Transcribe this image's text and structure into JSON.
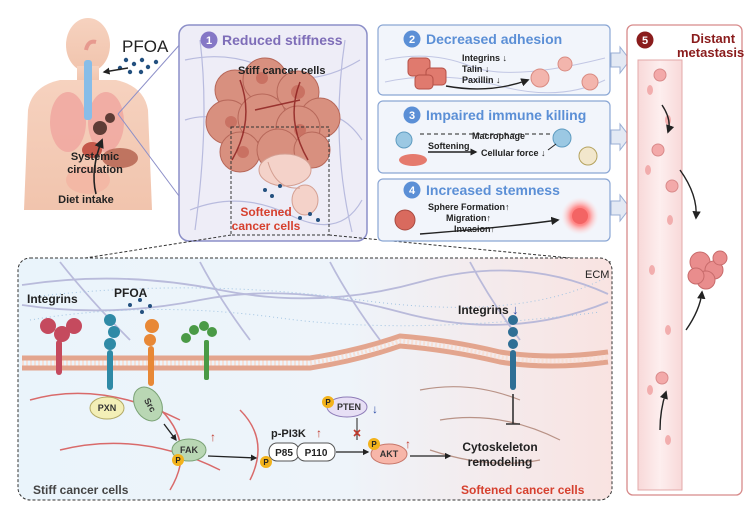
{
  "body_panel": {
    "pfoa_label": "PFOA",
    "systemic_label_1": "Systemic",
    "systemic_label_2": "circulation",
    "diet_label": "Diet intake"
  },
  "panel1": {
    "number": "1",
    "title": "Reduced stiffness",
    "stiff_label": "Stiff cancer cells",
    "softened_label_1": "Softened",
    "softened_label_2": "cancer cells"
  },
  "panel2": {
    "number": "2",
    "title": "Decreased adhesion",
    "lines": [
      "Integrins ↓",
      "Talin ↓",
      "Paxillin ↓"
    ]
  },
  "panel3": {
    "number": "3",
    "title": "Impaired immune killing",
    "macrophage": "Macrophage",
    "softening": "Softening",
    "cellular_force": "Cellular force ↓"
  },
  "panel4": {
    "number": "4",
    "title": "Increased stemness",
    "lines": [
      "Sphere Formation↑",
      "Migration↑",
      "Invasion↑"
    ]
  },
  "panel5": {
    "number": "5",
    "title_1": "Distant",
    "title_2": "metastasis"
  },
  "bottom": {
    "ecm": "ECM",
    "integrins_left": "Integrins",
    "pfoa": "PFOA",
    "integrins_right": "Integrins",
    "integrins_right_arrow": "↓",
    "pxn": "PXN",
    "src": "Src",
    "fak": "FAK",
    "fak_arrow": "↑",
    "p_letter": "P",
    "pi3k_label": "p-PI3K",
    "pi3k_arrow": "↑",
    "p85": "P85",
    "p110": "P110",
    "pten": "PTEN",
    "pten_arrow": "↓",
    "akt": "AKT",
    "akt_arrow": "↑",
    "cyto_1": "Cytoskeleton",
    "cyto_2": "remodeling",
    "stiff_cells": "Stiff cancer cells",
    "softened_cells": "Softened cancer cells"
  },
  "colors": {
    "panel_border": "#8c8fc8",
    "blue_title": "#5b8fd6",
    "purple_title": "#7e6db8",
    "red_label": "#d6402e",
    "dark_red": "#8a1c1c",
    "arrow_red": "#c0392b",
    "arrow_blue": "#2a4aa8"
  }
}
